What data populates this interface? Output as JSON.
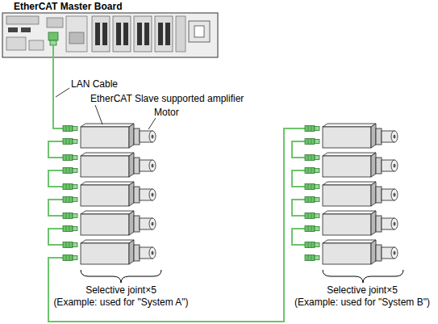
{
  "diagram": {
    "nodes": [
      {
        "text": [
          "EtherCAT Master Board"
        ]
      }
    ],
    "labels": [
      "LAN Cable",
      "EtherCAT Slave supported amplifier",
      "Motor",
      "Selective joint×5",
      "(Example: used for \"System A\")",
      "Selective joint×5",
      "(Example: used for \"System B\")"
    ]
  }
}
